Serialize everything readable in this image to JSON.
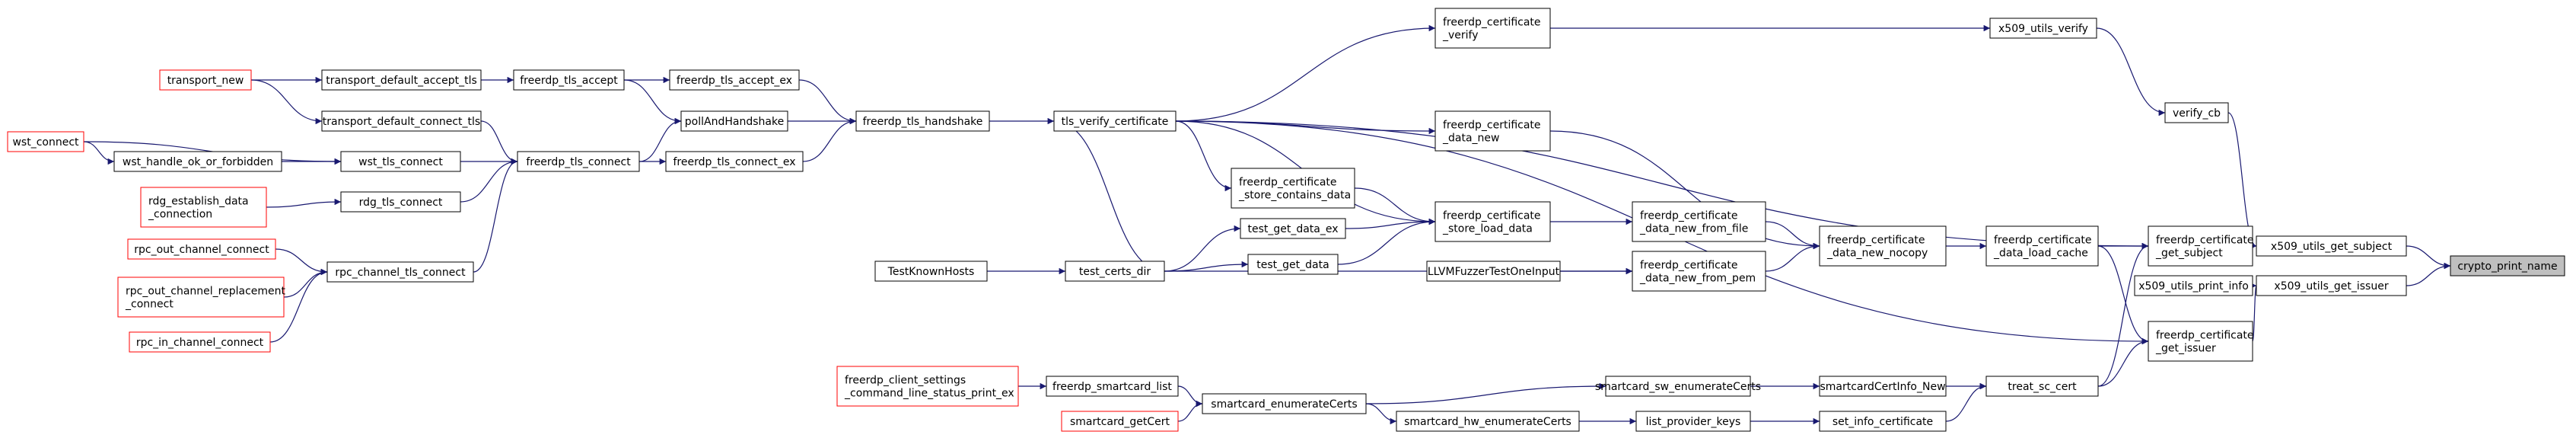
{
  "colors": {
    "edge": "#191970",
    "node_border": "#000000",
    "external_border": "#ff0000",
    "focus_fill": "#bfbfbf",
    "background": "#ffffff"
  },
  "nodes": [
    {
      "id": "crypto_print_name",
      "lines": [
        "crypto_print_name"
      ],
      "style": "focus"
    },
    {
      "id": "x509_utils_get_subject",
      "lines": [
        "x509_utils_get_subject"
      ],
      "style": "normal"
    },
    {
      "id": "x509_utils_get_issuer",
      "lines": [
        "x509_utils_get_issuer"
      ],
      "style": "normal"
    },
    {
      "id": "x509_utils_print_info",
      "lines": [
        "x509_utils_print_info"
      ],
      "style": "normal"
    },
    {
      "id": "verify_cb",
      "lines": [
        "verify_cb"
      ],
      "style": "normal"
    },
    {
      "id": "x509_utils_verify",
      "lines": [
        "x509_utils_verify"
      ],
      "style": "normal"
    },
    {
      "id": "freerdp_certificate_verify",
      "lines": [
        "freerdp_certificate",
        "_verify"
      ],
      "style": "normal"
    },
    {
      "id": "freerdp_certificate_get_subject",
      "lines": [
        "freerdp_certificate",
        "_get_subject"
      ],
      "style": "normal"
    },
    {
      "id": "freerdp_certificate_get_issuer",
      "lines": [
        "freerdp_certificate",
        "_get_issuer"
      ],
      "style": "normal"
    },
    {
      "id": "freerdp_certificate_data_load_cache",
      "lines": [
        "freerdp_certificate",
        "_data_load_cache"
      ],
      "style": "normal"
    },
    {
      "id": "treat_sc_cert",
      "lines": [
        "treat_sc_cert"
      ],
      "style": "normal"
    },
    {
      "id": "freerdp_certificate_data_new_nocopy",
      "lines": [
        "freerdp_certificate",
        "_data_new_nocopy"
      ],
      "style": "normal"
    },
    {
      "id": "smartcardCertInfo_New",
      "lines": [
        "smartcardCertInfo_New"
      ],
      "style": "normal"
    },
    {
      "id": "set_info_certificate",
      "lines": [
        "set_info_certificate"
      ],
      "style": "normal"
    },
    {
      "id": "freerdp_certificate_data_new_from_file",
      "lines": [
        "freerdp_certificate",
        "_data_new_from_file"
      ],
      "style": "normal"
    },
    {
      "id": "freerdp_certificate_data_new_from_pem",
      "lines": [
        "freerdp_certificate",
        "_data_new_from_pem"
      ],
      "style": "normal"
    },
    {
      "id": "freerdp_certificate_data_new",
      "lines": [
        "freerdp_certificate",
        "_data_new"
      ],
      "style": "normal"
    },
    {
      "id": "freerdp_certificate_store_load_data",
      "lines": [
        "freerdp_certificate",
        "_store_load_data"
      ],
      "style": "normal"
    },
    {
      "id": "LLVMFuzzerTestOneInput",
      "lines": [
        "LLVMFuzzerTestOneInput"
      ],
      "style": "normal"
    },
    {
      "id": "smartcard_sw_enumerateCerts",
      "lines": [
        "smartcard_sw_enumerateCerts"
      ],
      "style": "normal"
    },
    {
      "id": "list_provider_keys",
      "lines": [
        "list_provider_keys"
      ],
      "style": "normal"
    },
    {
      "id": "smartcard_hw_enumerateCerts",
      "lines": [
        "smartcard_hw_enumerateCerts"
      ],
      "style": "normal"
    },
    {
      "id": "smartcard_enumerateCerts",
      "lines": [
        "smartcard_enumerateCerts"
      ],
      "style": "normal"
    },
    {
      "id": "freerdp_smartcard_list",
      "lines": [
        "freerdp_smartcard_list"
      ],
      "style": "normal"
    },
    {
      "id": "smartcard_getCert",
      "lines": [
        "smartcard_getCert"
      ],
      "style": "external"
    },
    {
      "id": "freerdp_client_settings_command_line_status_print_ex",
      "lines": [
        "freerdp_client_settings",
        "_command_line_status_print_ex"
      ],
      "style": "external"
    },
    {
      "id": "tls_verify_certificate",
      "lines": [
        "tls_verify_certificate"
      ],
      "style": "normal"
    },
    {
      "id": "freerdp_certificate_store_contains_data",
      "lines": [
        "freerdp_certificate",
        "_store_contains_data"
      ],
      "style": "normal"
    },
    {
      "id": "test_get_data_ex",
      "lines": [
        "test_get_data_ex"
      ],
      "style": "normal"
    },
    {
      "id": "test_get_data",
      "lines": [
        "test_get_data"
      ],
      "style": "normal"
    },
    {
      "id": "test_certs_dir",
      "lines": [
        "test_certs_dir"
      ],
      "style": "normal"
    },
    {
      "id": "TestKnownHosts",
      "lines": [
        "TestKnownHosts"
      ],
      "style": "normal"
    },
    {
      "id": "freerdp_tls_handshake",
      "lines": [
        "freerdp_tls_handshake"
      ],
      "style": "normal"
    },
    {
      "id": "freerdp_tls_accept_ex",
      "lines": [
        "freerdp_tls_accept_ex"
      ],
      "style": "normal"
    },
    {
      "id": "pollAndHandshake",
      "lines": [
        "pollAndHandshake"
      ],
      "style": "normal"
    },
    {
      "id": "freerdp_tls_connect_ex",
      "lines": [
        "freerdp_tls_connect_ex"
      ],
      "style": "normal"
    },
    {
      "id": "freerdp_tls_accept",
      "lines": [
        "freerdp_tls_accept"
      ],
      "style": "normal"
    },
    {
      "id": "freerdp_tls_connect",
      "lines": [
        "freerdp_tls_connect"
      ],
      "style": "normal"
    },
    {
      "id": "transport_default_accept_tls",
      "lines": [
        "transport_default_accept_tls"
      ],
      "style": "normal"
    },
    {
      "id": "transport_default_connect_tls",
      "lines": [
        "transport_default_connect_tls"
      ],
      "style": "normal"
    },
    {
      "id": "wst_tls_connect",
      "lines": [
        "wst_tls_connect"
      ],
      "style": "normal"
    },
    {
      "id": "rdg_tls_connect",
      "lines": [
        "rdg_tls_connect"
      ],
      "style": "normal"
    },
    {
      "id": "rpc_channel_tls_connect",
      "lines": [
        "rpc_channel_tls_connect"
      ],
      "style": "normal"
    },
    {
      "id": "transport_new",
      "lines": [
        "transport_new"
      ],
      "style": "external"
    },
    {
      "id": "wst_connect",
      "lines": [
        "wst_connect"
      ],
      "style": "external"
    },
    {
      "id": "wst_handle_ok_or_forbidden",
      "lines": [
        "wst_handle_ok_or_forbidden"
      ],
      "style": "normal"
    },
    {
      "id": "rdg_establish_data_connection",
      "lines": [
        "rdg_establish_data",
        "_connection"
      ],
      "style": "external"
    },
    {
      "id": "rpc_out_channel_connect",
      "lines": [
        "rpc_out_channel_connect"
      ],
      "style": "external"
    },
    {
      "id": "rpc_out_channel_replacement_connect",
      "lines": [
        "rpc_out_channel_replacement",
        "_connect"
      ],
      "style": "external"
    },
    {
      "id": "rpc_in_channel_connect",
      "lines": [
        "rpc_in_channel_connect"
      ],
      "style": "external"
    }
  ],
  "edges": [
    {
      "from": "x509_utils_get_subject",
      "to": "crypto_print_name"
    },
    {
      "from": "x509_utils_get_issuer",
      "to": "crypto_print_name"
    },
    {
      "from": "verify_cb",
      "to": "x509_utils_get_subject"
    },
    {
      "from": "freerdp_certificate_get_subject",
      "to": "x509_utils_get_subject"
    },
    {
      "from": "x509_utils_print_info",
      "to": "x509_utils_get_issuer"
    },
    {
      "from": "freerdp_certificate_get_issuer",
      "to": "x509_utils_get_issuer"
    },
    {
      "from": "x509_utils_verify",
      "to": "verify_cb"
    },
    {
      "from": "freerdp_certificate_verify",
      "to": "x509_utils_verify"
    },
    {
      "from": "tls_verify_certificate",
      "to": "freerdp_certificate_verify"
    },
    {
      "from": "freerdp_certificate_data_load_cache",
      "to": "freerdp_certificate_get_subject"
    },
    {
      "from": "treat_sc_cert",
      "to": "freerdp_certificate_get_subject"
    },
    {
      "from": "tls_verify_certificate",
      "to": "freerdp_certificate_get_subject"
    },
    {
      "from": "freerdp_certificate_data_load_cache",
      "to": "freerdp_certificate_get_issuer"
    },
    {
      "from": "treat_sc_cert",
      "to": "freerdp_certificate_get_issuer"
    },
    {
      "from": "tls_verify_certificate",
      "to": "freerdp_certificate_get_issuer"
    },
    {
      "from": "freerdp_certificate_data_new_nocopy",
      "to": "freerdp_certificate_data_load_cache"
    },
    {
      "from": "smartcardCertInfo_New",
      "to": "treat_sc_cert"
    },
    {
      "from": "set_info_certificate",
      "to": "treat_sc_cert"
    },
    {
      "from": "freerdp_certificate_data_new",
      "to": "freerdp_certificate_data_new_nocopy"
    },
    {
      "from": "freerdp_certificate_data_new_from_file",
      "to": "freerdp_certificate_data_new_nocopy"
    },
    {
      "from": "freerdp_certificate_data_new_from_pem",
      "to": "freerdp_certificate_data_new_nocopy"
    },
    {
      "from": "freerdp_certificate_store_load_data",
      "to": "freerdp_certificate_data_new_from_file"
    },
    {
      "from": "LLVMFuzzerTestOneInput",
      "to": "freerdp_certificate_data_new_from_pem"
    },
    {
      "from": "test_certs_dir",
      "to": "freerdp_certificate_data_new_from_pem"
    },
    {
      "from": "tls_verify_certificate",
      "to": "freerdp_certificate_data_new"
    },
    {
      "from": "tls_verify_certificate",
      "to": "freerdp_certificate_store_load_data"
    },
    {
      "from": "freerdp_certificate_store_contains_data",
      "to": "freerdp_certificate_store_load_data"
    },
    {
      "from": "test_get_data_ex",
      "to": "freerdp_certificate_store_load_data"
    },
    {
      "from": "test_get_data",
      "to": "freerdp_certificate_store_load_data"
    },
    {
      "from": "tls_verify_certificate",
      "to": "freerdp_certificate_store_contains_data"
    },
    {
      "from": "test_certs_dir",
      "to": "test_get_data_ex"
    },
    {
      "from": "test_certs_dir",
      "to": "test_get_data"
    },
    {
      "from": "TestKnownHosts",
      "to": "test_certs_dir"
    },
    {
      "from": "test_certs_dir",
      "to": "tls_verify_certificate"
    },
    {
      "from": "freerdp_tls_handshake",
      "to": "tls_verify_certificate"
    },
    {
      "from": "freerdp_tls_accept_ex",
      "to": "freerdp_tls_handshake"
    },
    {
      "from": "pollAndHandshake",
      "to": "freerdp_tls_handshake"
    },
    {
      "from": "freerdp_tls_connect_ex",
      "to": "freerdp_tls_handshake"
    },
    {
      "from": "freerdp_tls_accept",
      "to": "freerdp_tls_accept_ex"
    },
    {
      "from": "freerdp_tls_accept",
      "to": "pollAndHandshake"
    },
    {
      "from": "freerdp_tls_connect",
      "to": "pollAndHandshake"
    },
    {
      "from": "freerdp_tls_connect",
      "to": "freerdp_tls_connect_ex"
    },
    {
      "from": "transport_default_accept_tls",
      "to": "freerdp_tls_accept"
    },
    {
      "from": "transport_default_connect_tls",
      "to": "freerdp_tls_connect"
    },
    {
      "from": "wst_tls_connect",
      "to": "freerdp_tls_connect"
    },
    {
      "from": "rdg_tls_connect",
      "to": "freerdp_tls_connect"
    },
    {
      "from": "rpc_channel_tls_connect",
      "to": "freerdp_tls_connect"
    },
    {
      "from": "transport_new",
      "to": "transport_default_accept_tls"
    },
    {
      "from": "transport_new",
      "to": "transport_default_connect_tls"
    },
    {
      "from": "wst_connect",
      "to": "wst_tls_connect"
    },
    {
      "from": "wst_connect",
      "to": "wst_handle_ok_or_forbidden"
    },
    {
      "from": "wst_handle_ok_or_forbidden",
      "to": "wst_tls_connect"
    },
    {
      "from": "rdg_establish_data_connection",
      "to": "rdg_tls_connect"
    },
    {
      "from": "rpc_out_channel_connect",
      "to": "rpc_channel_tls_connect"
    },
    {
      "from": "rpc_out_channel_replacement_connect",
      "to": "rpc_channel_tls_connect"
    },
    {
      "from": "rpc_in_channel_connect",
      "to": "rpc_channel_tls_connect"
    },
    {
      "from": "freerdp_smartcard_list",
      "to": "smartcard_enumerateCerts"
    },
    {
      "from": "freerdp_client_settings_command_line_status_print_ex",
      "to": "freerdp_smartcard_list"
    },
    {
      "from": "smartcard_getCert",
      "to": "smartcard_enumerateCerts"
    },
    {
      "from": "smartcard_enumerateCerts",
      "to": "smartcard_sw_enumerateCerts"
    },
    {
      "from": "smartcard_enumerateCerts",
      "to": "smartcard_hw_enumerateCerts"
    },
    {
      "from": "smartcard_sw_enumerateCerts",
      "to": "smartcardCertInfo_New"
    },
    {
      "from": "smartcard_hw_enumerateCerts",
      "to": "list_provider_keys"
    },
    {
      "from": "list_provider_keys",
      "to": "set_info_certificate"
    }
  ]
}
